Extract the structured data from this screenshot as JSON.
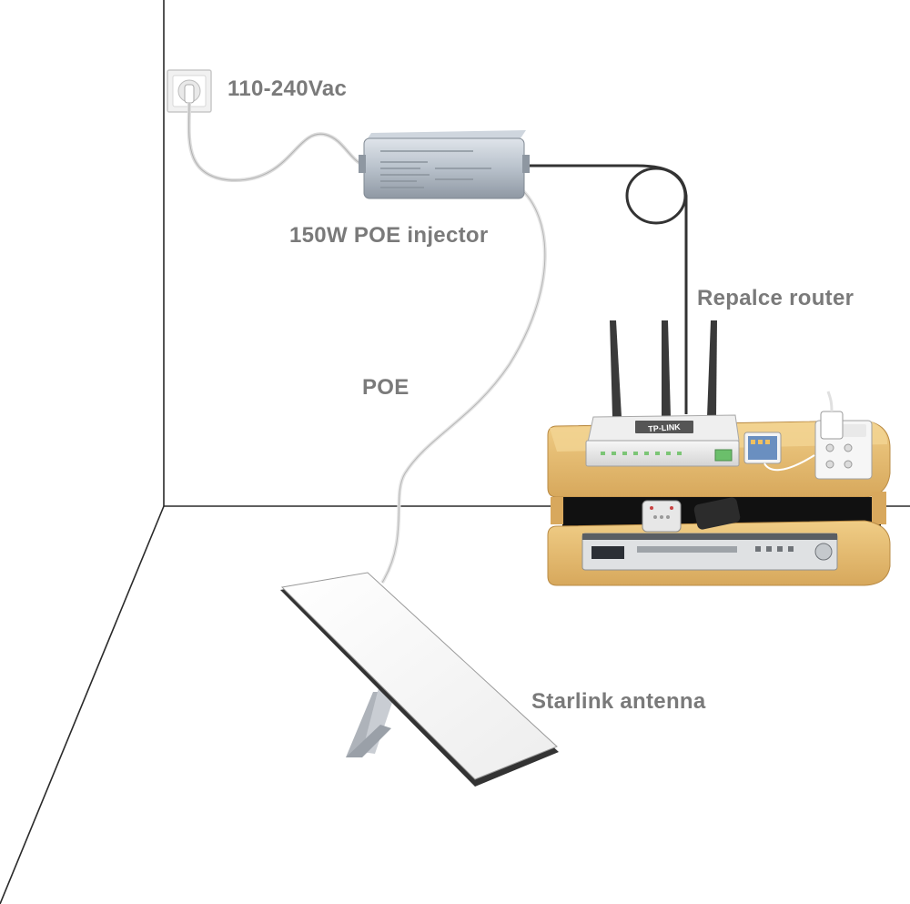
{
  "labels": {
    "power_input": "110-240Vac",
    "poe_injector": "150W POE injector",
    "router": "Repalce router",
    "poe_cable": "POE",
    "antenna": "Starlink antenna"
  },
  "device_text": {
    "router_brand": "TP-LINK"
  },
  "colors": {
    "label_text": "#7a7a7a",
    "wall_line": "#2a2a2a",
    "wood": "#e3b96f",
    "injector": "#b9c2cc",
    "cable_white": "#e6e6e6",
    "cable_black": "#333333"
  },
  "icons": [
    "wall-outlet-icon"
  ]
}
